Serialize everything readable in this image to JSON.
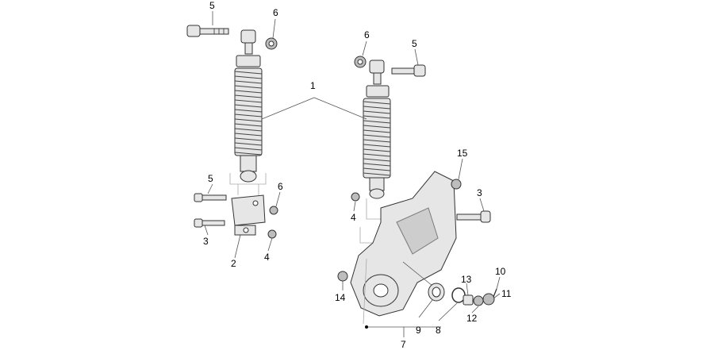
{
  "callouts": {
    "c1": "1",
    "c2": "2",
    "c3a": "3",
    "c3b": "3",
    "c4a": "4",
    "c4b": "4",
    "c5a": "5",
    "c5b": "5",
    "c5c": "5",
    "c6a": "6",
    "c6b": "6",
    "c6c": "6",
    "c7": "7",
    "c8": "8",
    "c9": "9",
    "c10": "10",
    "c11": "11",
    "c12": "12",
    "c13": "13",
    "c14": "14",
    "c15": "15"
  }
}
